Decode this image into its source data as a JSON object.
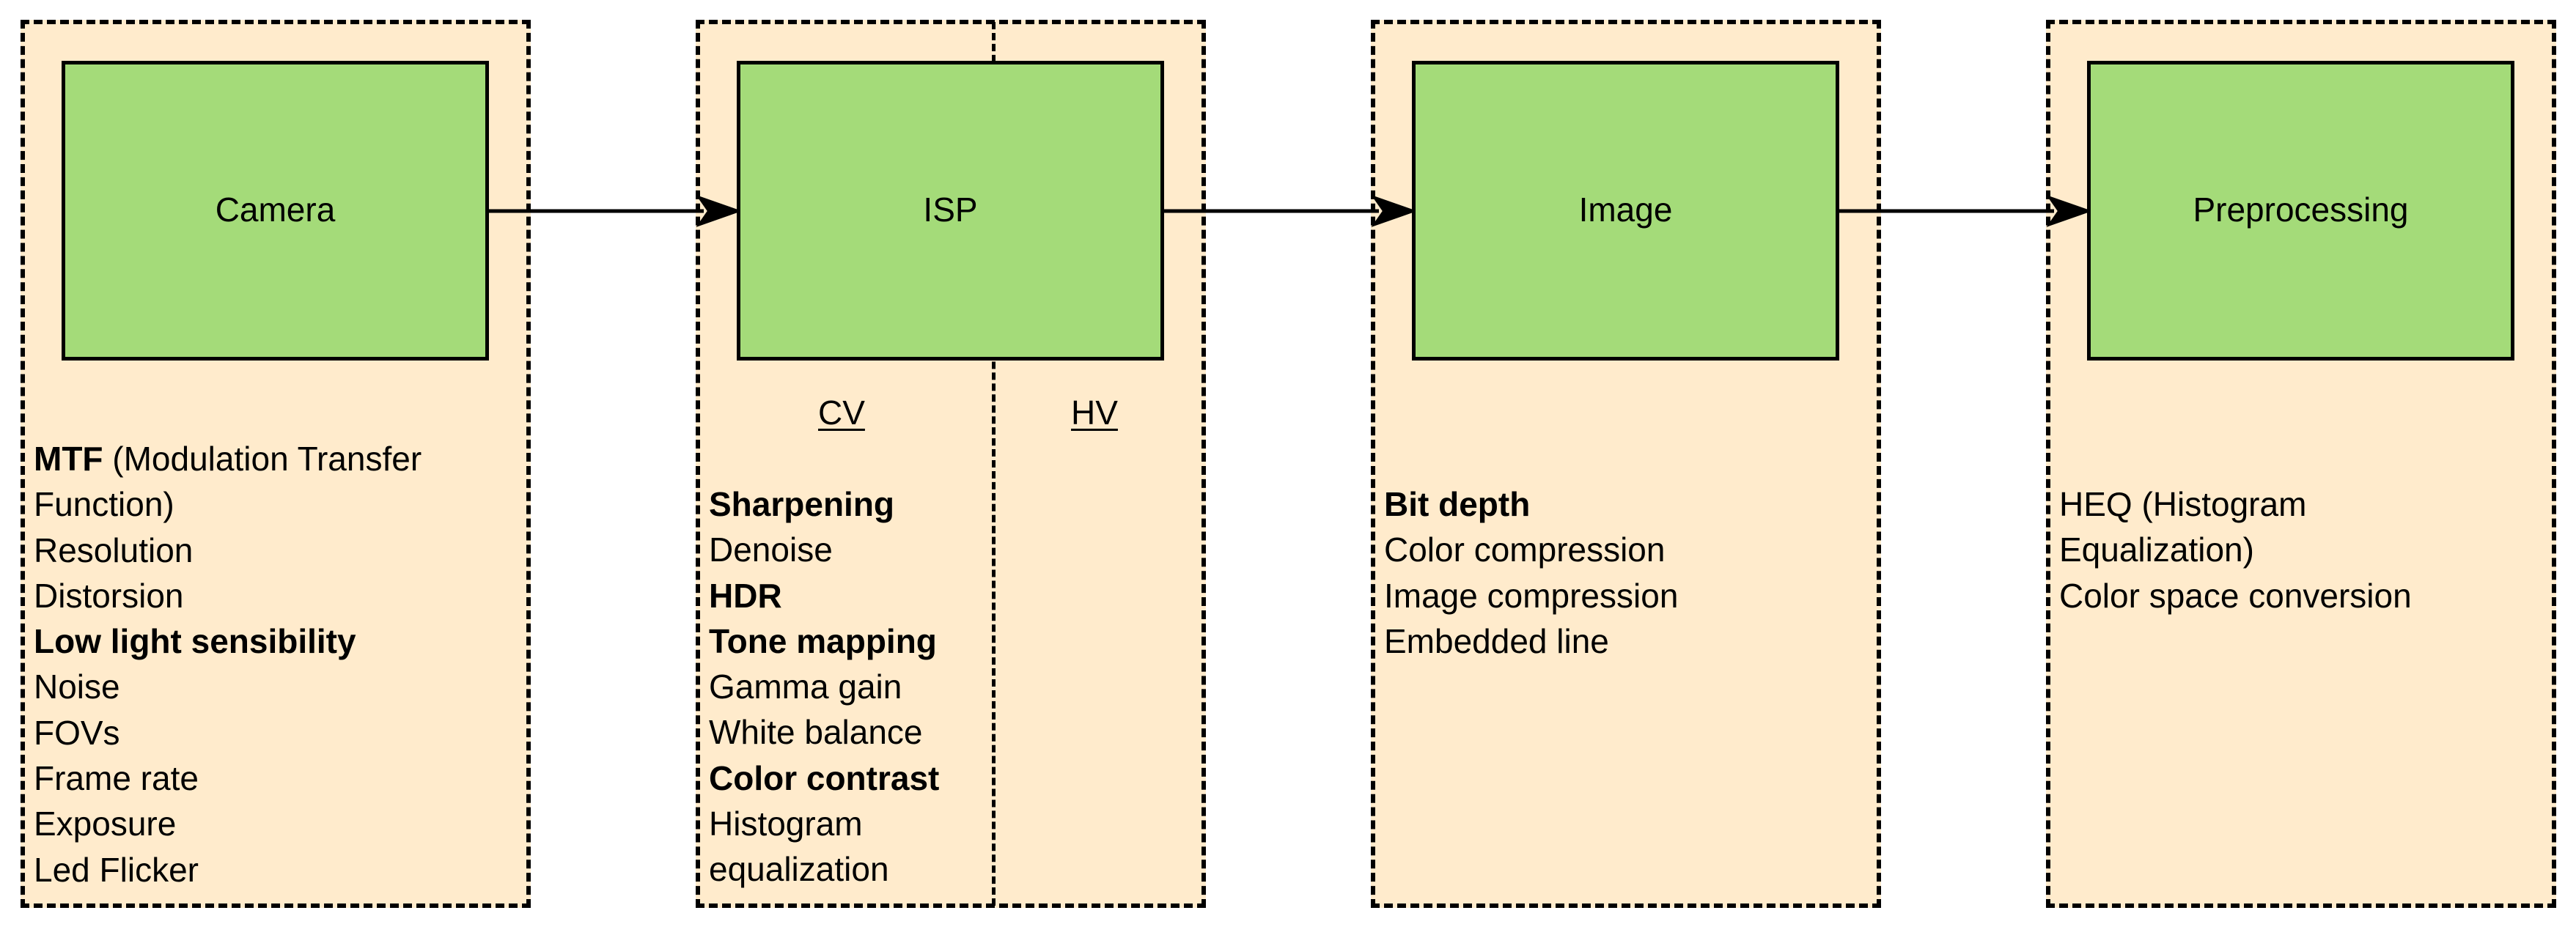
{
  "stages": {
    "camera": {
      "label": "Camera"
    },
    "isp": {
      "label": "ISP"
    },
    "image": {
      "label": "Image"
    },
    "preprocessing": {
      "label": "Preprocessing"
    }
  },
  "camera_notes": {
    "mtf_term": "MTF",
    "mtf_rest": " (Modulation Transfer",
    "mtf_cont": "Function)",
    "items": [
      {
        "text": "Resolution",
        "bold": false
      },
      {
        "text": "Distorsion",
        "bold": false
      },
      {
        "text": "Low light sensibility",
        "bold": true
      },
      {
        "text": "Noise",
        "bold": false
      },
      {
        "text": "FOVs",
        "bold": false
      },
      {
        "text": "Frame rate",
        "bold": false
      },
      {
        "text": "Exposure",
        "bold": false
      },
      {
        "text": "Led Flicker",
        "bold": false
      }
    ]
  },
  "isp_notes": {
    "cv_label": "CV",
    "hv_label": "HV",
    "items": [
      {
        "text": "Sharpening",
        "bold": true
      },
      {
        "text": "Denoise",
        "bold": false
      },
      {
        "text": "HDR",
        "bold": true
      },
      {
        "text": "Tone mapping",
        "bold": true
      },
      {
        "text": "Gamma gain",
        "bold": false
      },
      {
        "text": "White balance",
        "bold": false
      },
      {
        "text": "Color contrast",
        "bold": true
      },
      {
        "text": "Histogram",
        "bold": false
      },
      {
        "text": "equalization",
        "bold": false
      }
    ]
  },
  "image_notes": {
    "items": [
      {
        "text": "Bit depth",
        "bold": true
      },
      {
        "text": "Color compression",
        "bold": false
      },
      {
        "text": "Image compression",
        "bold": false
      },
      {
        "text": "Embedded line",
        "bold": false
      }
    ]
  },
  "preprocessing_notes": {
    "items": [
      {
        "text": "HEQ (Histogram",
        "bold": false
      },
      {
        "text": "Equalization)",
        "bold": false
      },
      {
        "text": "Color space conversion",
        "bold": false
      }
    ]
  },
  "colors": {
    "region_fill": "#ffebcc",
    "stage_fill": "#a4db79",
    "stroke": "#000000"
  }
}
